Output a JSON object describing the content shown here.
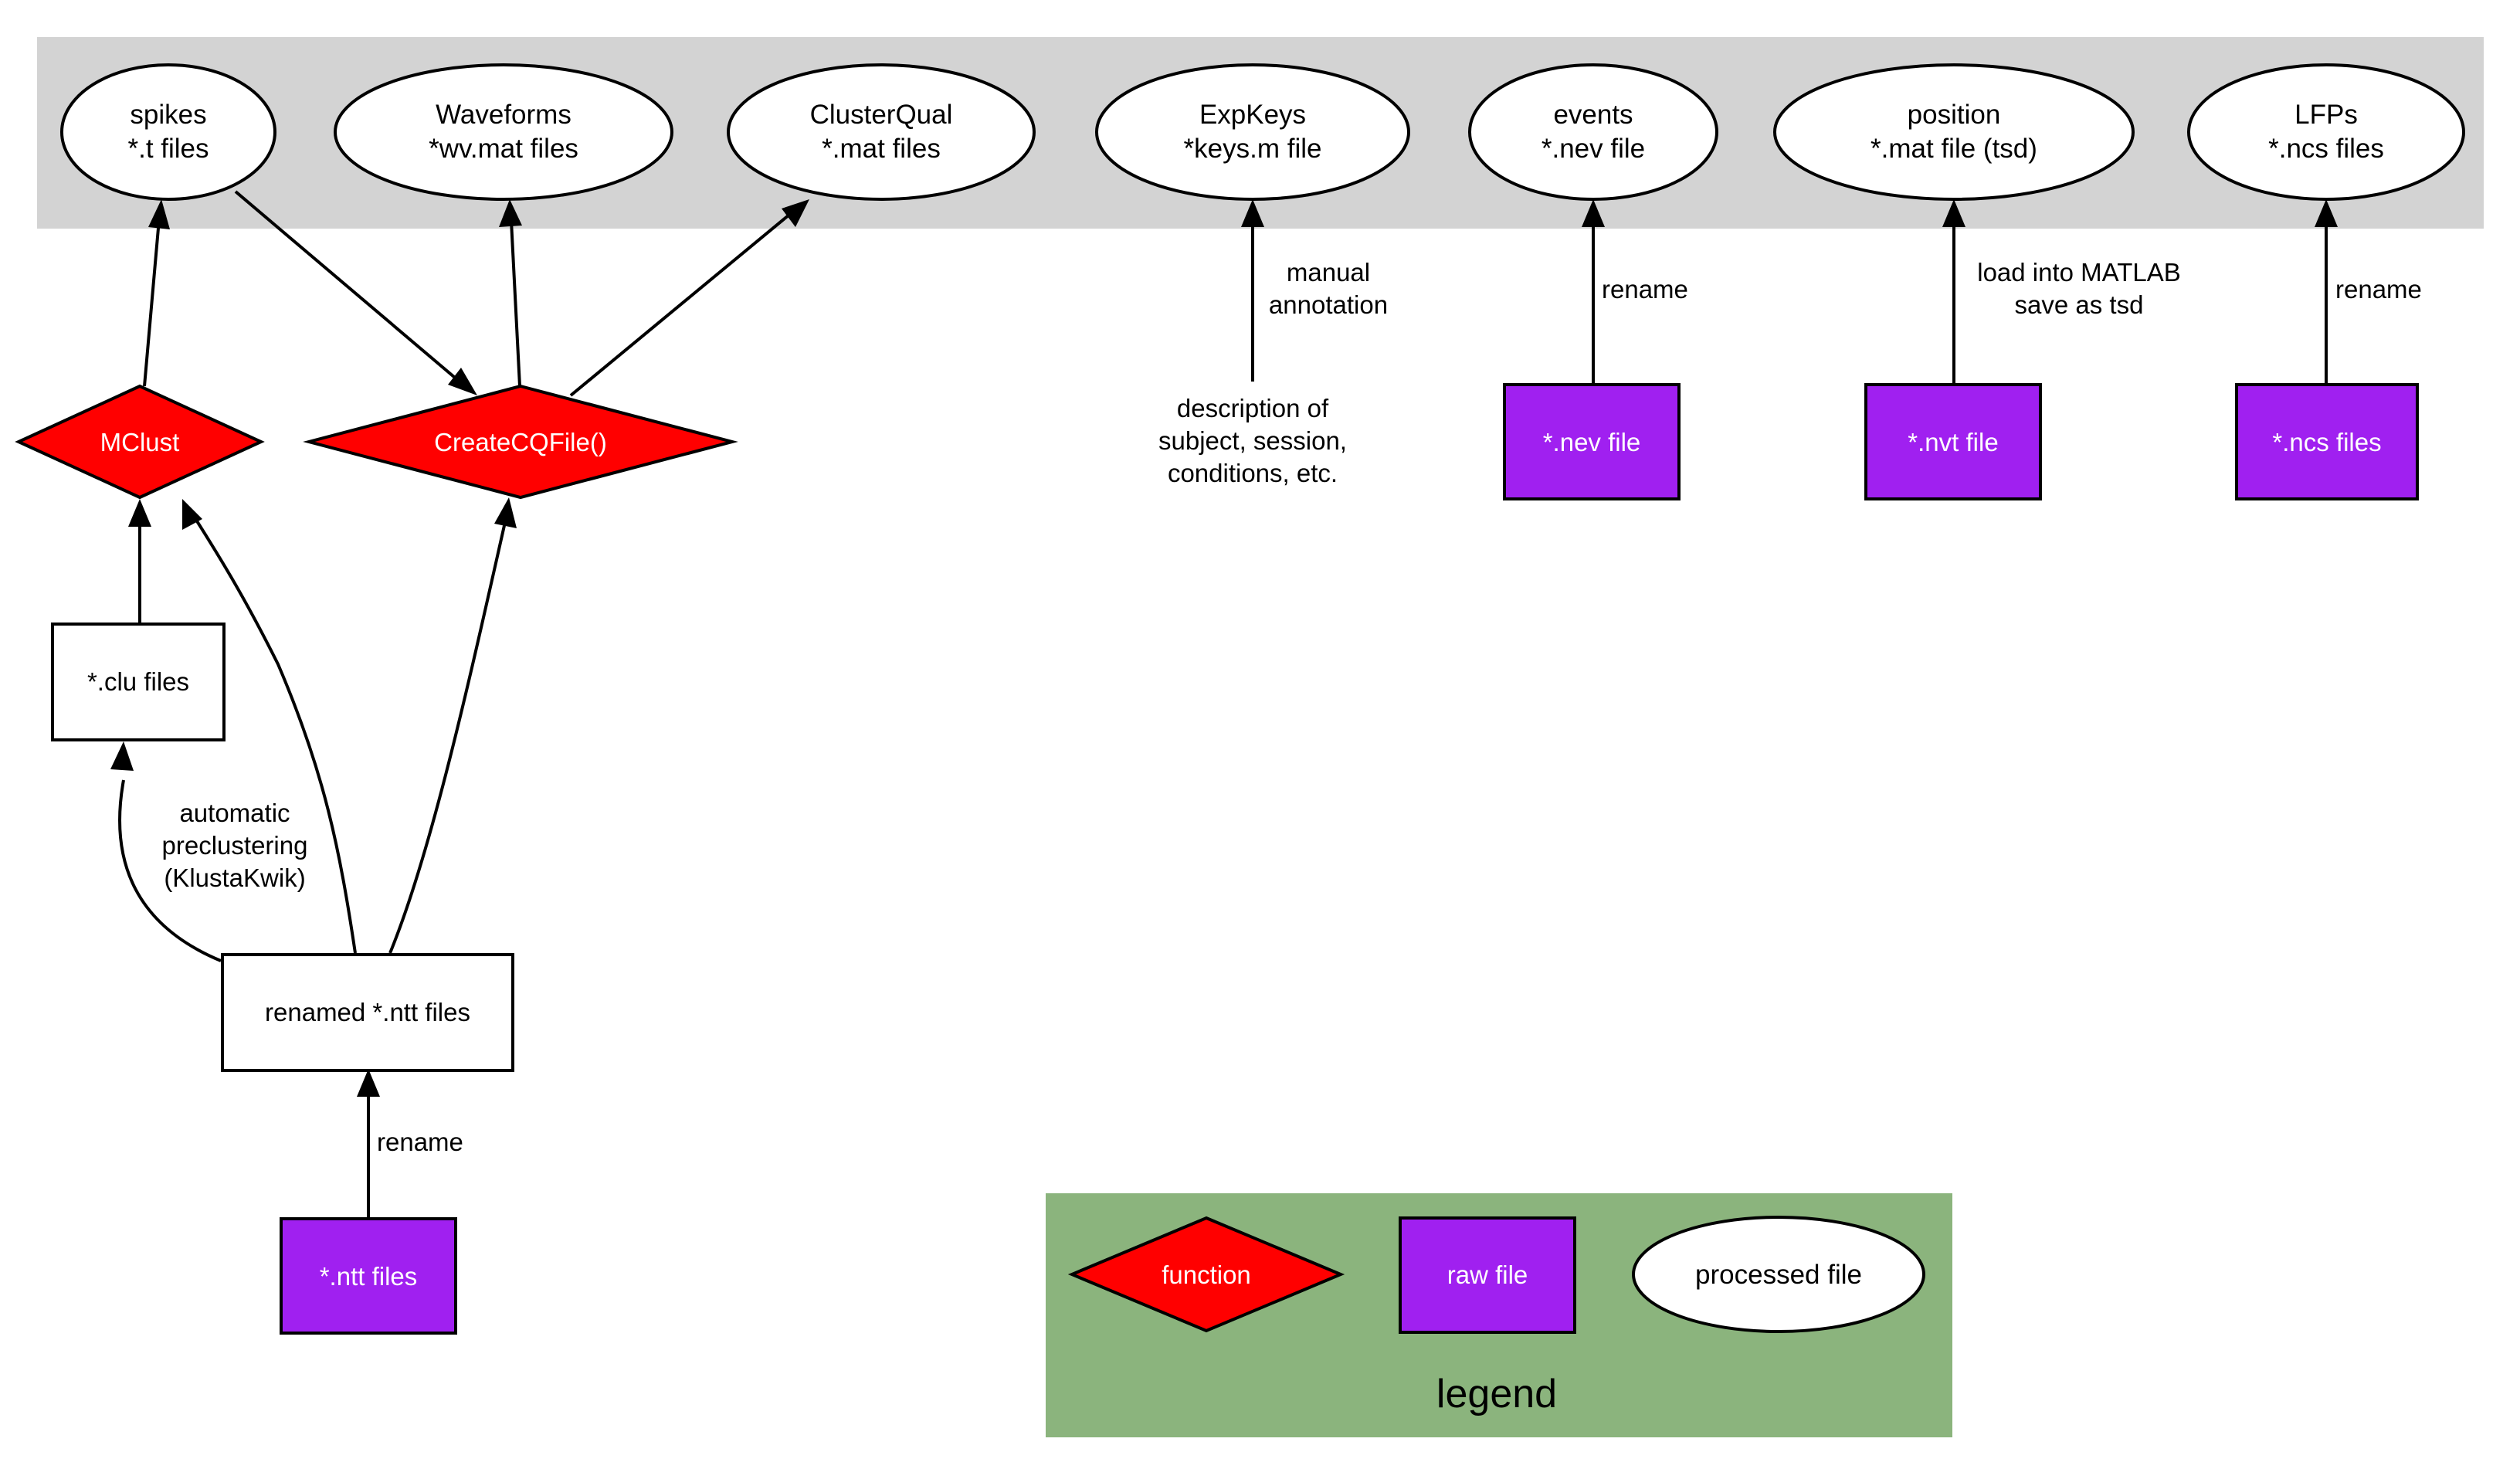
{
  "diagram": {
    "colors": {
      "cluster_bg": "#d3d3d3",
      "legend_bg": "#8bb47d",
      "function_fill": "#ff0000",
      "raw_file_fill": "#a020f0",
      "processed_fill": "#ffffff",
      "stroke": "#000000"
    },
    "nodes": {
      "spikes": {
        "line1": "spikes",
        "line2": "*.t files"
      },
      "waveforms": {
        "line1": "Waveforms",
        "line2": "*wv.mat files"
      },
      "clusterqual": {
        "line1": "ClusterQual",
        "line2": "*.mat files"
      },
      "expkeys": {
        "line1": "ExpKeys",
        "line2": "*keys.m file"
      },
      "events": {
        "line1": "events",
        "line2": "*.nev file"
      },
      "position": {
        "line1": "position",
        "line2": "*.mat file (tsd)"
      },
      "lfps": {
        "line1": "LFPs",
        "line2": "*.ncs files"
      },
      "mclust": {
        "label": "MClust"
      },
      "createcq": {
        "label": "CreateCQFile()"
      },
      "description": {
        "line1": "description of",
        "line2": "subject, session,",
        "line3": "conditions, etc."
      },
      "nev_raw": {
        "label": "*.nev file"
      },
      "nvt_raw": {
        "label": "*.nvt file"
      },
      "ncs_raw": {
        "label": "*.ncs files"
      },
      "clu": {
        "label": "*.clu files"
      },
      "renamed_ntt": {
        "label": "renamed *.ntt files"
      },
      "ntt_raw": {
        "label": "*.ntt files"
      }
    },
    "edge_labels": {
      "manual": {
        "line1": "manual",
        "line2": "annotation"
      },
      "rename_nev": "rename",
      "load": {
        "line1": "load into MATLAB",
        "line2": "save as tsd"
      },
      "rename_ncs": "rename",
      "auto": {
        "line1": "automatic",
        "line2": "preclustering",
        "line3": "(KlustaKwik)"
      },
      "rename_ntt": "rename"
    },
    "legend": {
      "title": "legend",
      "function": "function",
      "raw_file": "raw file",
      "processed_file": "processed file"
    }
  }
}
